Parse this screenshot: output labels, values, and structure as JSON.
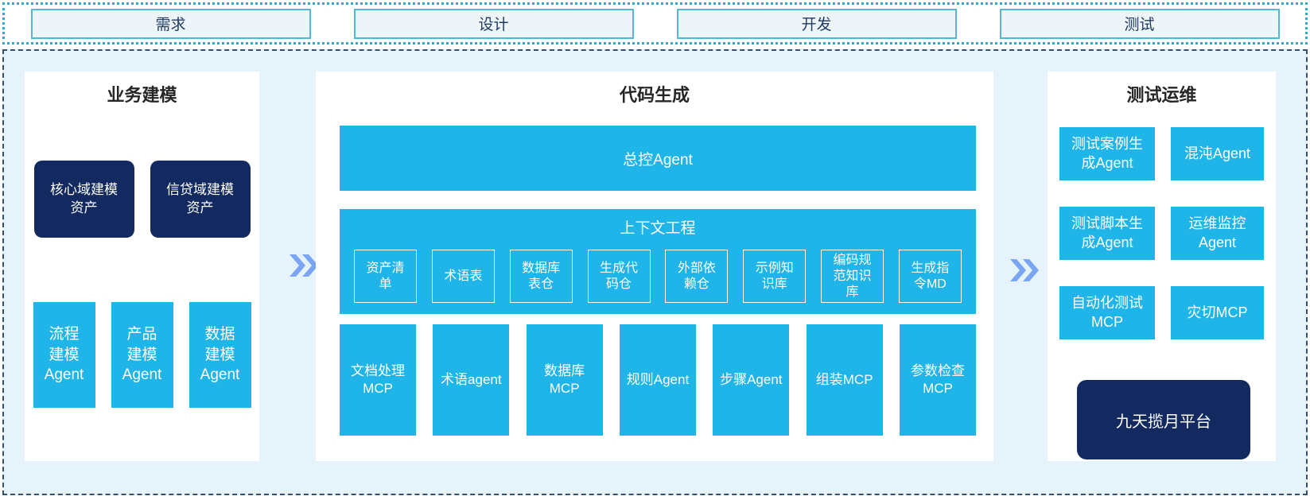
{
  "phases": [
    {
      "label": "需求"
    },
    {
      "label": "设计"
    },
    {
      "label": "开发"
    },
    {
      "label": "测试"
    }
  ],
  "business_modeling": {
    "title": "业务建模",
    "assets": [
      {
        "label": "核心域建模\n资产"
      },
      {
        "label": "信贷域建模\n资产"
      }
    ],
    "agents": [
      {
        "label": "流程\n建模\nAgent"
      },
      {
        "label": "产品\n建模\nAgent"
      },
      {
        "label": "数据\n建模\nAgent"
      }
    ]
  },
  "code_generation": {
    "title": "代码生成",
    "master_agent": "总控Agent",
    "context_engineering": {
      "title": "上下文工程",
      "items": [
        {
          "label": "资产清\n单"
        },
        {
          "label": "术语表"
        },
        {
          "label": "数据库\n表仓"
        },
        {
          "label": "生成代\n码仓"
        },
        {
          "label": "外部依\n赖仓"
        },
        {
          "label": "示例知\n识库"
        },
        {
          "label": "编码规\n范知识\n库"
        },
        {
          "label": "生成指\n令MD"
        }
      ]
    },
    "tools": [
      {
        "label": "文档处理\nMCP"
      },
      {
        "label": "术语agent"
      },
      {
        "label": "数据库\nMCP"
      },
      {
        "label": "规则Agent"
      },
      {
        "label": "步骤Agent"
      },
      {
        "label": "组装MCP"
      },
      {
        "label": "参数检查\nMCP"
      }
    ]
  },
  "test_ops": {
    "title": "测试运维",
    "boxes": [
      {
        "label": "测试案例生\n成Agent"
      },
      {
        "label": "混沌Agent"
      },
      {
        "label": "测试脚本生\n成Agent"
      },
      {
        "label": "运维监控\nAgent"
      },
      {
        "label": "自动化测试\nMCP"
      },
      {
        "label": "灾切MCP"
      }
    ],
    "platform": "九天揽月平台"
  },
  "colors": {
    "cyan": "#1fb5e9",
    "navy": "#132a61",
    "panel_bg": "#ffffff",
    "container_bg": "#e6f3fb",
    "dashed_border": "#32506f",
    "dotted_border": "#2aabd2",
    "phase_border": "#57b5d5",
    "phase_fill": "#edf5f9",
    "phase_text": "#1f3a63",
    "title_text": "#262626",
    "arrow": "#7aa4f4"
  }
}
